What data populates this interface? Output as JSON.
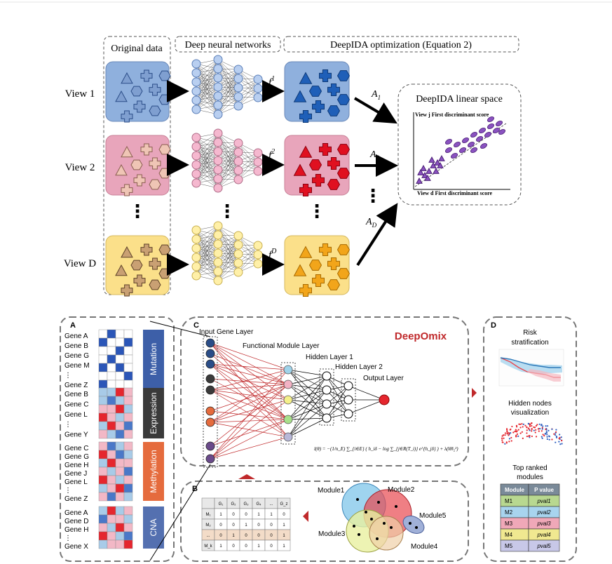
{
  "top": {
    "header_original": "Original data",
    "header_dnn": "Deep neural networks",
    "header_opt": "DeepIDA optimization (Equation 2)",
    "views": [
      "View 1",
      "View 2",
      "View D"
    ],
    "f_labels": [
      "f",
      "f",
      "f"
    ],
    "f_sups": [
      "1",
      "2",
      "D"
    ],
    "a_labels": [
      "A",
      "A",
      "A"
    ],
    "a_subs": [
      "1",
      "2",
      "D"
    ],
    "dots": "⋮",
    "linear_space": {
      "title": "DeepIDA linear space",
      "ylabel": "View j First discriminant score",
      "xlabel": "View d First discriminant score"
    },
    "colors": {
      "blue": "#8fb0dd",
      "pink": "#e8a5bb",
      "yellow": "#fbe08a",
      "dark_blue": "#1f5fb8",
      "red": "#e01020",
      "orange": "#f2a51a",
      "purple": "#7b3fa8"
    }
  },
  "bottom": {
    "panel_a": {
      "letter": "A",
      "groups": [
        {
          "label": "Mutation",
          "genes": [
            "Gene A",
            "Gene B",
            "Gene G",
            "Gene M",
            "⋮",
            "Gene Z"
          ]
        },
        {
          "label": "Expression",
          "genes": [
            "Gene B",
            "Gene C",
            "Gene L",
            "⋮",
            "Gene Y"
          ]
        },
        {
          "label": "Methylation",
          "genes": [
            "Gene C",
            "Gene G",
            "Gene H",
            "Gene J",
            "Gene L",
            "⋮",
            "Gene Z"
          ]
        },
        {
          "label": "CNA",
          "genes": [
            "Gene A",
            "Gene D",
            "Gene H",
            "⋮",
            "Gene X"
          ]
        }
      ]
    },
    "panel_c": {
      "letter": "C",
      "title": "DeepOmix",
      "input_layer": "Input Gene Layer",
      "functional_layer": "Functional Module Layer",
      "hidden1": "Hidden Layer 1",
      "hidden2": "Hidden Layer 2",
      "output_layer": "Output Layer",
      "loss_formula": "l(θ) = −(1/n_E) ∑_{i∈E} ( h_iδ − log ∑_{j∈R(T_i)} e^{h_jδ} ) + λ(‖θ‖₂²)"
    },
    "panel_b": {
      "letter": "B",
      "table_header": [
        "",
        "G₁",
        "G₂",
        "G₃",
        "G₄",
        "...",
        "G_z"
      ],
      "table_rows": [
        [
          "M₁",
          "1",
          "0",
          "0",
          "1",
          "1",
          "0"
        ],
        [
          "M₂",
          "0",
          "0",
          "1",
          "0",
          "0",
          "1"
        ],
        [
          "...",
          "0",
          "1",
          "0",
          "0",
          "0",
          "1"
        ],
        [
          "M_k",
          "1",
          "0",
          "0",
          "1",
          "0",
          "1"
        ]
      ],
      "modules": [
        "Module1",
        "Module2",
        "Module3",
        "Module4",
        "Module5"
      ]
    },
    "panel_d": {
      "letter": "D",
      "risk": "Risk stratification",
      "hidden_viz": "Hidden nodes visualization",
      "top_ranked": "Top ranked modules",
      "table_header": [
        "Module",
        "P value"
      ],
      "table_rows": [
        [
          "M1",
          "pval1"
        ],
        [
          "M2",
          "pval2"
        ],
        [
          "M3",
          "pval3"
        ],
        [
          "M4",
          "pval4"
        ],
        [
          "M5",
          "pval5"
        ]
      ]
    }
  }
}
